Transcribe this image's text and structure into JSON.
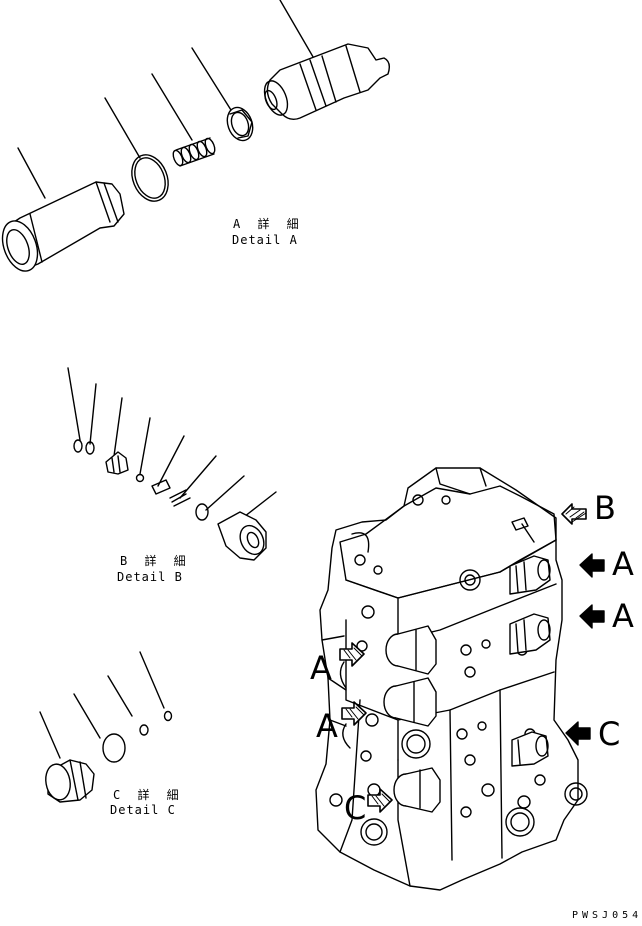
{
  "details": {
    "a": {
      "jp": "A 詳 細",
      "en": "Detail A"
    },
    "b": {
      "jp": "B 詳 細",
      "en": "Detail B"
    },
    "c": {
      "jp": "C 詳 細",
      "en": "Detail C"
    }
  },
  "callouts": {
    "b_top": "B",
    "a_right_1": "A",
    "a_right_2": "A",
    "c_right": "C",
    "a_left_1": "A",
    "a_left_2": "A",
    "c_left": "C"
  },
  "drawing_code": "PWSJ054"
}
